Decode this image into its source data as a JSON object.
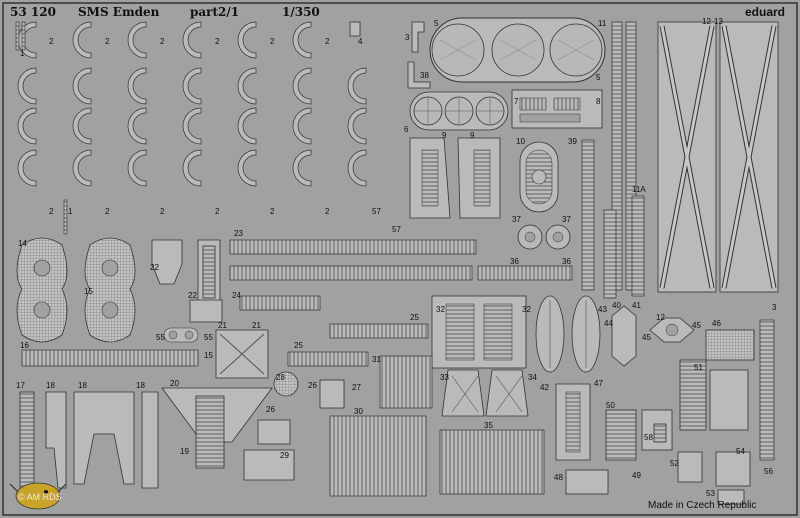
{
  "header": {
    "code": "53 120",
    "title": "SMS Emden",
    "part": "part2/1",
    "scale": "1/350",
    "brand": "eduard"
  },
  "footer": {
    "origin": "Made in Czech Republic",
    "watermark": "© AM RDS"
  },
  "part_numbers": {
    "n1": "1",
    "n2": "2",
    "n3": "3",
    "n4": "4",
    "n5": "5",
    "n6": "6",
    "n7": "7",
    "n8": "8",
    "n9": "9",
    "n10": "10",
    "n11": "11",
    "n11a": "11A",
    "n12": "12",
    "n13": "13",
    "n14": "14",
    "n15": "15",
    "n16": "16",
    "n17": "17",
    "n18": "18",
    "n19": "19",
    "n20": "20",
    "n21": "21",
    "n22": "22",
    "n23": "23",
    "n24": "24",
    "n25": "25",
    "n26": "26",
    "n27": "27",
    "n28": "28",
    "n29": "29",
    "n30": "30",
    "n31": "31",
    "n32": "32",
    "n33": "33",
    "n34": "34",
    "n35": "35",
    "n36": "36",
    "n37": "37",
    "n38": "38",
    "n39": "39",
    "n40": "40",
    "n41": "41",
    "n42": "42",
    "n43": "43",
    "n44": "44",
    "n45": "45",
    "n46": "46",
    "n47": "47",
    "n48": "48",
    "n49": "49",
    "n50": "50",
    "n51": "51",
    "n52": "52",
    "n53": "53",
    "n54": "54",
    "n55": "55",
    "n56": "56",
    "n57": "57",
    "n58": "58"
  },
  "colors": {
    "fret": "#9fa1a3",
    "part_fill": "#b8babb",
    "part_edge": "#2a2a2a",
    "text": "#101010"
  }
}
